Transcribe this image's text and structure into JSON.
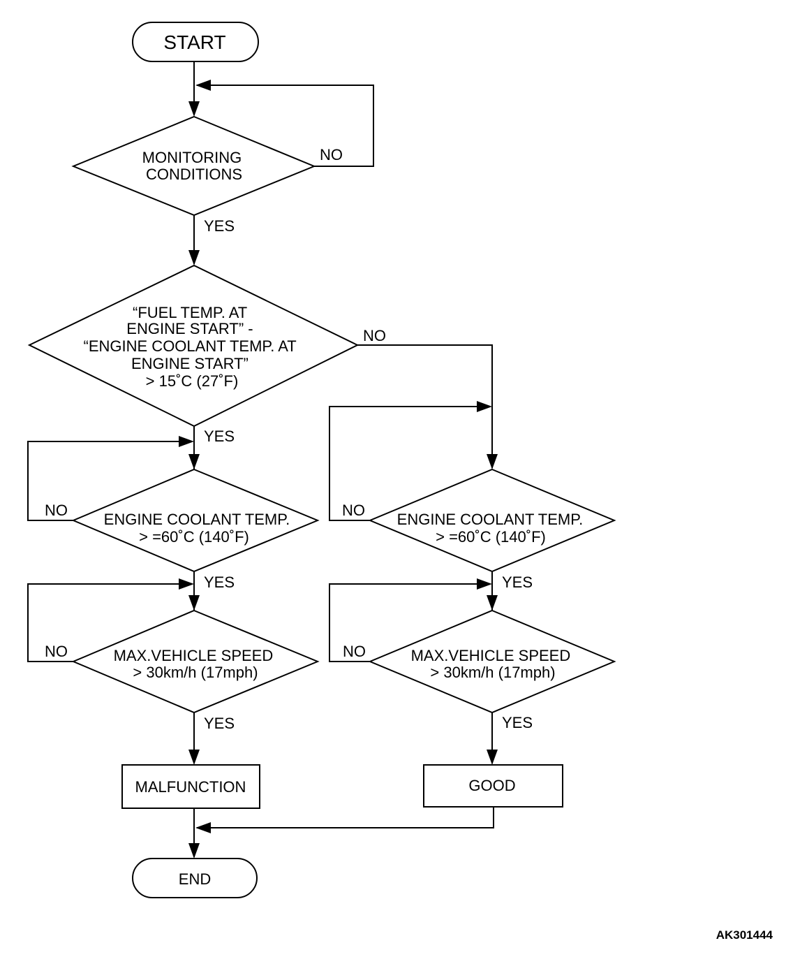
{
  "nodes": {
    "start": "START",
    "end": "END",
    "monitoring": [
      "MONITORING",
      "CONDITIONS"
    ],
    "fuel_temp": [
      "“FUEL TEMP. AT",
      "ENGINE START” -",
      "“ENGINE COOLANT TEMP. AT",
      "ENGINE START”",
      "> 15˚C (27˚F)"
    ],
    "coolant_left": [
      "ENGINE COOLANT TEMP.",
      "> =60˚C (140˚F)"
    ],
    "speed_left": [
      "MAX.VEHICLE SPEED",
      "> 30km/h (17mph)"
    ],
    "coolant_right": [
      "ENGINE COOLANT TEMP.",
      "> =60˚C (140˚F)"
    ],
    "speed_right": [
      "MAX.VEHICLE SPEED",
      "> 30km/h (17mph)"
    ],
    "malfunction": "MALFUNCTION",
    "good": "GOOD"
  },
  "labels": {
    "monitoring_no": "NO",
    "monitoring_yes": "YES",
    "fuel_no": "NO",
    "fuel_yes": "YES",
    "coolant_left_no": "NO",
    "coolant_left_yes": "YES",
    "speed_left_no": "NO",
    "speed_left_yes": "YES",
    "coolant_right_no": "NO",
    "coolant_right_yes": "YES",
    "speed_right_no": "NO",
    "speed_right_yes": "YES"
  },
  "figure_id": "AK301444"
}
